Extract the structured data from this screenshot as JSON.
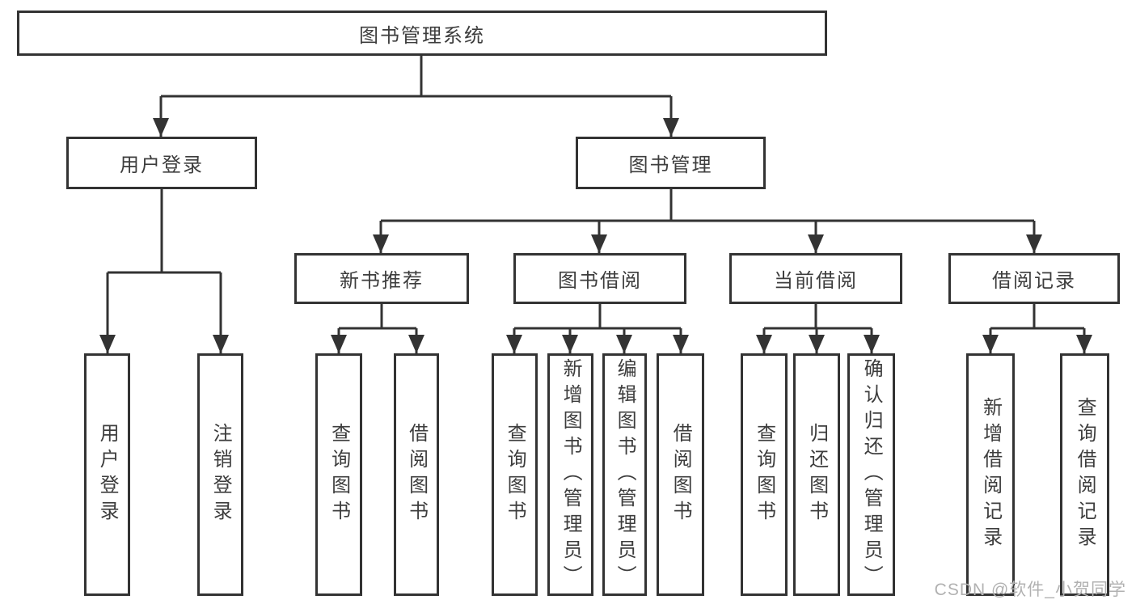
{
  "diagram": {
    "root": {
      "label": "图书管理系统"
    },
    "branches": [
      {
        "label": "用户登录",
        "children": [
          {
            "label": "用户登录"
          },
          {
            "label": "注销登录"
          }
        ]
      },
      {
        "label": "图书管理",
        "children": [
          {
            "label": "新书推荐",
            "children": [
              {
                "label": "查询图书"
              },
              {
                "label": "借阅图书"
              }
            ]
          },
          {
            "label": "图书借阅",
            "children": [
              {
                "label": "查询图书"
              },
              {
                "label": "新增图书（管理员）"
              },
              {
                "label": "编辑图书（管理员）"
              },
              {
                "label": "借阅图书"
              }
            ]
          },
          {
            "label": "当前借阅",
            "children": [
              {
                "label": "查询图书"
              },
              {
                "label": "归还图书"
              },
              {
                "label": "确认归还（管理员）"
              }
            ]
          },
          {
            "label": "借阅记录",
            "children": [
              {
                "label": "新增借阅记录"
              },
              {
                "label": "查询借阅记录"
              }
            ]
          }
        ]
      }
    ],
    "watermark": "CSDN @软件_小贺同学",
    "colors": {
      "line": "#333333",
      "text": "#3d3d3d",
      "watermark": "#b1b1b1",
      "background": "#ffffff"
    }
  }
}
